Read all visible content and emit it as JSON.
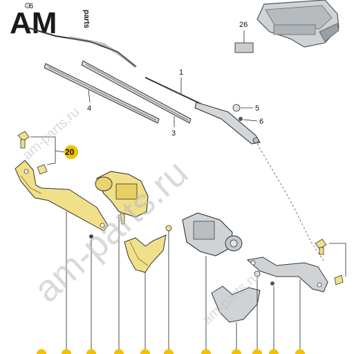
{
  "logo": {
    "letters": "AM",
    "suffix": "parts"
  },
  "watermarks": {
    "big": "am-parts.ru",
    "small_top": "am-parts.ru",
    "small_right": "am-parts.ru"
  },
  "callouts": {
    "c1": "1",
    "c3": "3",
    "c4": "4",
    "c5": "5",
    "c6_top": "6",
    "c6": "6",
    "c20": "20",
    "c26": "26"
  },
  "colors": {
    "highlight": "#f2c100",
    "part_yellow": "#f1e08a",
    "part_grey": "#cfd3d6",
    "line": "#222222"
  },
  "icons": [
    "wiper-blade-icon",
    "wiper-arm-icon",
    "wiper-motor-icon",
    "linkage-icon",
    "relay-icon",
    "bolt-icon",
    "nut-icon"
  ]
}
